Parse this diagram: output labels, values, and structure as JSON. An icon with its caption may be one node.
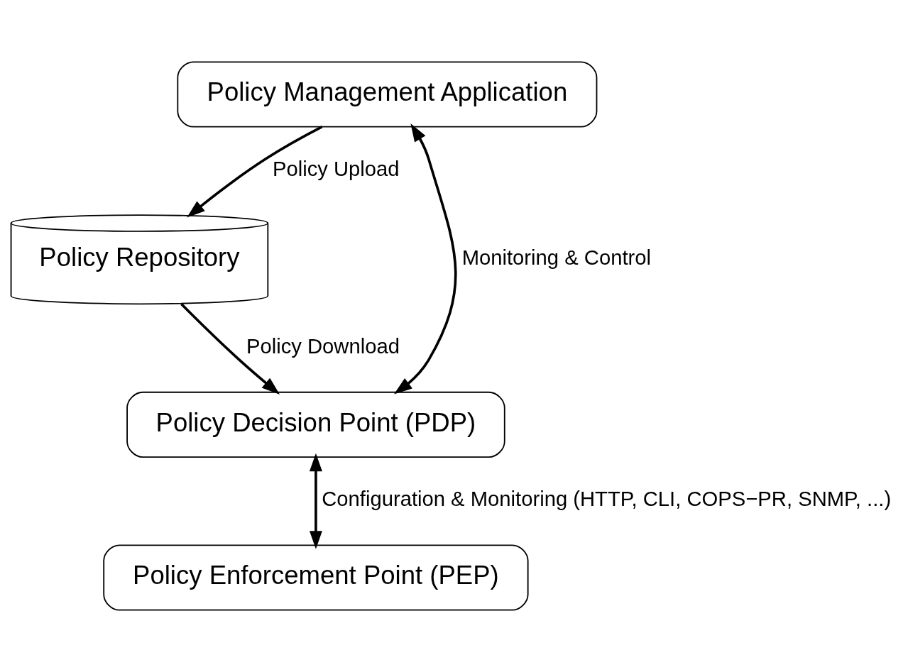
{
  "diagram": {
    "nodes": [
      {
        "text": [
          "Policy Management Application"
        ]
      },
      {
        "text": [
          "Policy Repository"
        ]
      },
      {
        "text": [
          "Policy Decision Point (PDP)"
        ]
      },
      {
        "text": [
          "Policy Enforcement Point (PEP)"
        ]
      }
    ],
    "edges": [
      {
        "from": 0,
        "to": 1,
        "arrow": "to",
        "label": "Policy Upload"
      },
      {
        "from": 0,
        "to": 2,
        "arrow": "both",
        "label": "Monitoring & Control"
      },
      {
        "from": 1,
        "to": 2,
        "arrow": "to",
        "label": "Policy Download"
      },
      {
        "from": 2,
        "to": 3,
        "arrow": "both",
        "label": "Configuration & Monitoring (HTTP, CLI, COPS−PR, SNMP, ...)"
      }
    ]
  }
}
